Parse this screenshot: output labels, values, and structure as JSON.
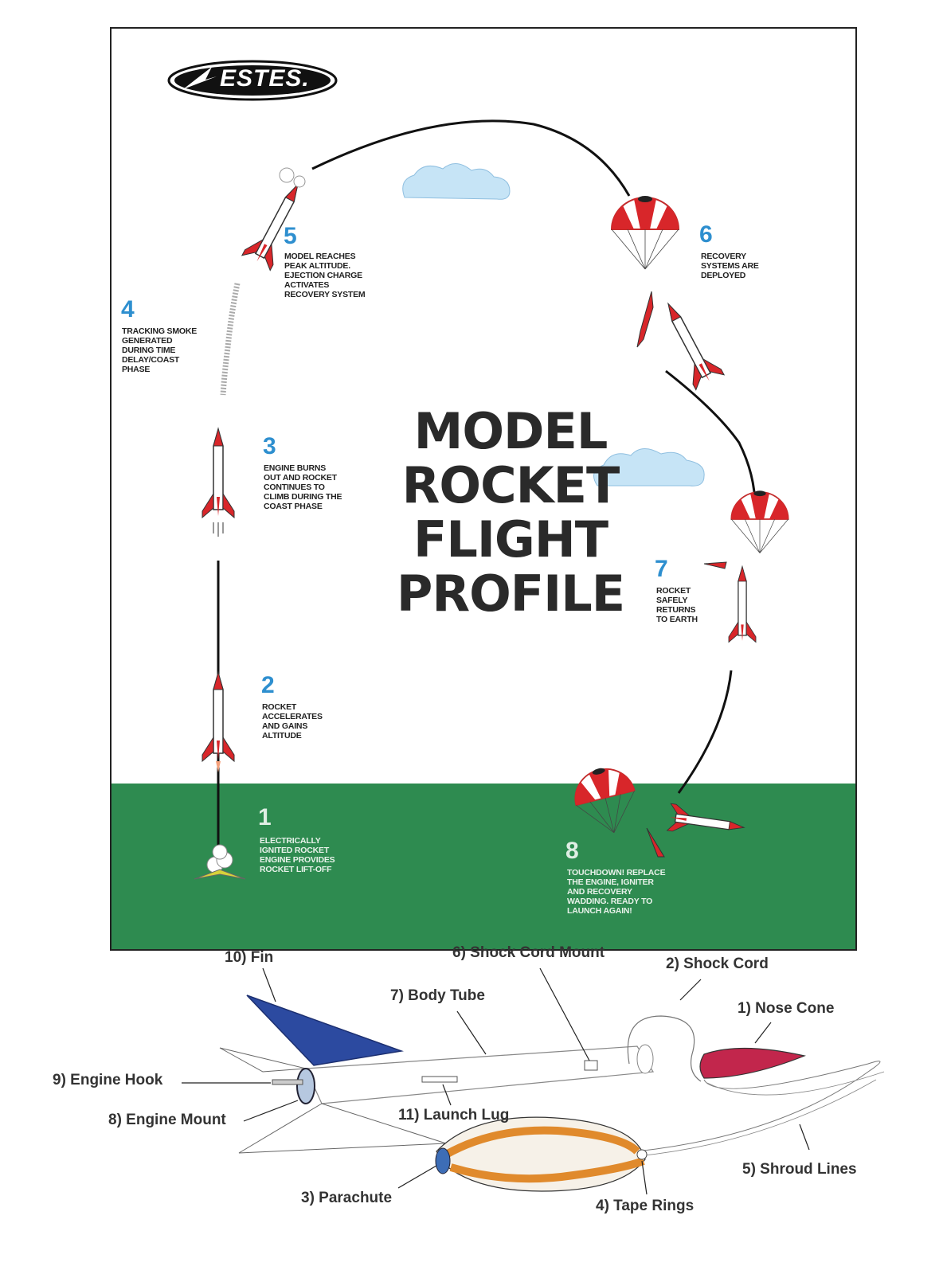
{
  "poster": {
    "logo_text": "ESTES.",
    "title_lines": [
      "MODEL",
      "ROCKET",
      "FLIGHT",
      "PROFILE"
    ],
    "steps": [
      {
        "number": "1",
        "text": "ELECTRICALLY\nIGNITED ROCKET\nENGINE PROVIDES\nROCKET LIFT-OFF"
      },
      {
        "number": "2",
        "text": "ROCKET\nACCELERATES\nAND GAINS\nALTITUDE"
      },
      {
        "number": "3",
        "text": "ENGINE BURNS\nOUT AND ROCKET\nCONTINUES TO\nCLIMB DURING THE\nCOAST PHASE"
      },
      {
        "number": "4",
        "text": "TRACKING SMOKE\nGENERATED\nDURING TIME\nDELAY/COAST\nPHASE"
      },
      {
        "number": "5",
        "text": "MODEL REACHES\nPEAK ALTITUDE.\nEJECTION CHARGE\nACTIVATES\nRECOVERY SYSTEM"
      },
      {
        "number": "6",
        "text": "RECOVERY\nSYSTEMS ARE\nDEPLOYED"
      },
      {
        "number": "7",
        "text": "ROCKET\nSAFELY\nRETURNS\nTO EARTH"
      },
      {
        "number": "8",
        "text": "TOUCHDOWN! REPLACE\nTHE ENGINE, IGNITER\nAND RECOVERY\nWADDING. READY TO\nLAUNCH AGAIN!"
      }
    ],
    "colors": {
      "ground": "#2e8b50",
      "accent_blue": "#2e8fcf",
      "rocket_red": "#d8262a",
      "cloud": "#c6e4f6"
    }
  },
  "parts": [
    {
      "id": "nose-cone",
      "label": "1) Nose Cone"
    },
    {
      "id": "shock-cord",
      "label": "2) Shock Cord"
    },
    {
      "id": "parachute",
      "label": "3) Parachute"
    },
    {
      "id": "tape-rings",
      "label": "4) Tape Rings"
    },
    {
      "id": "shroud-lines",
      "label": "5) Shroud Lines"
    },
    {
      "id": "shock-cord-mount",
      "label": "6) Shock Cord Mount"
    },
    {
      "id": "body-tube",
      "label": "7) Body Tube"
    },
    {
      "id": "engine-mount",
      "label": "8) Engine Mount"
    },
    {
      "id": "engine-hook",
      "label": "9) Engine Hook"
    },
    {
      "id": "fin",
      "label": "10) Fin"
    },
    {
      "id": "launch-lug",
      "label": "11) Launch Lug"
    }
  ]
}
